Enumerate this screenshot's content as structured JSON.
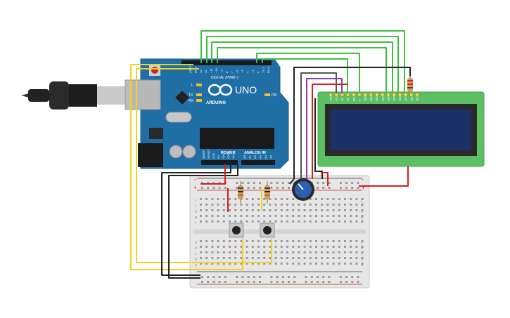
{
  "arduino": {
    "brand": "ARDUINO",
    "model": "UNO",
    "digital_label": "DIGITAL (PWM~)",
    "power_label": "POWER",
    "analog_label": "ANALOG IN",
    "led_l": "L",
    "led_tx": "TX",
    "led_rx": "RX",
    "led_on": "ON",
    "top_pins": [
      "AREF",
      "GND",
      "13",
      "12",
      "~11",
      "~10",
      "~9",
      "8",
      "7",
      "~6",
      "~5",
      "4",
      "~3",
      "2",
      "TX 1",
      "RX 0"
    ],
    "power_pins": [
      "IOREF",
      "RESET",
      "3.3V",
      "5V",
      "GND",
      "GND",
      "Vin"
    ],
    "analog_pins": [
      "A0",
      "A1",
      "A2",
      "A3",
      "A4",
      "A5"
    ]
  },
  "lcd": {
    "pins": [
      "GND",
      "VCC",
      "V0",
      "RS",
      "RW",
      "E",
      "DB0",
      "DB1",
      "DB2",
      "DB3",
      "DB4",
      "DB5",
      "DB6",
      "DB7",
      "LED",
      "LED"
    ],
    "screen_color": "#1b2f68"
  },
  "breadboard": {
    "rail_plus": "+",
    "rail_minus": "-",
    "row_letters_top": [
      "j",
      "i",
      "h",
      "g",
      "f"
    ],
    "row_letters_bottom": [
      "e",
      "d",
      "c",
      "b",
      "a"
    ]
  },
  "colors": {
    "wire_green": "#3fbf3f",
    "wire_yellow": "#f2d21e",
    "wire_red": "#d42020",
    "wire_black": "#222222",
    "wire_purple": "#8a3fb8",
    "board_blue": "#1f6fa6",
    "lcd_green": "#5cbf63"
  },
  "components": {
    "usb_cable": "usb-cable",
    "potentiometer": "potentiometer",
    "buttons": 2,
    "resistors": 3
  }
}
